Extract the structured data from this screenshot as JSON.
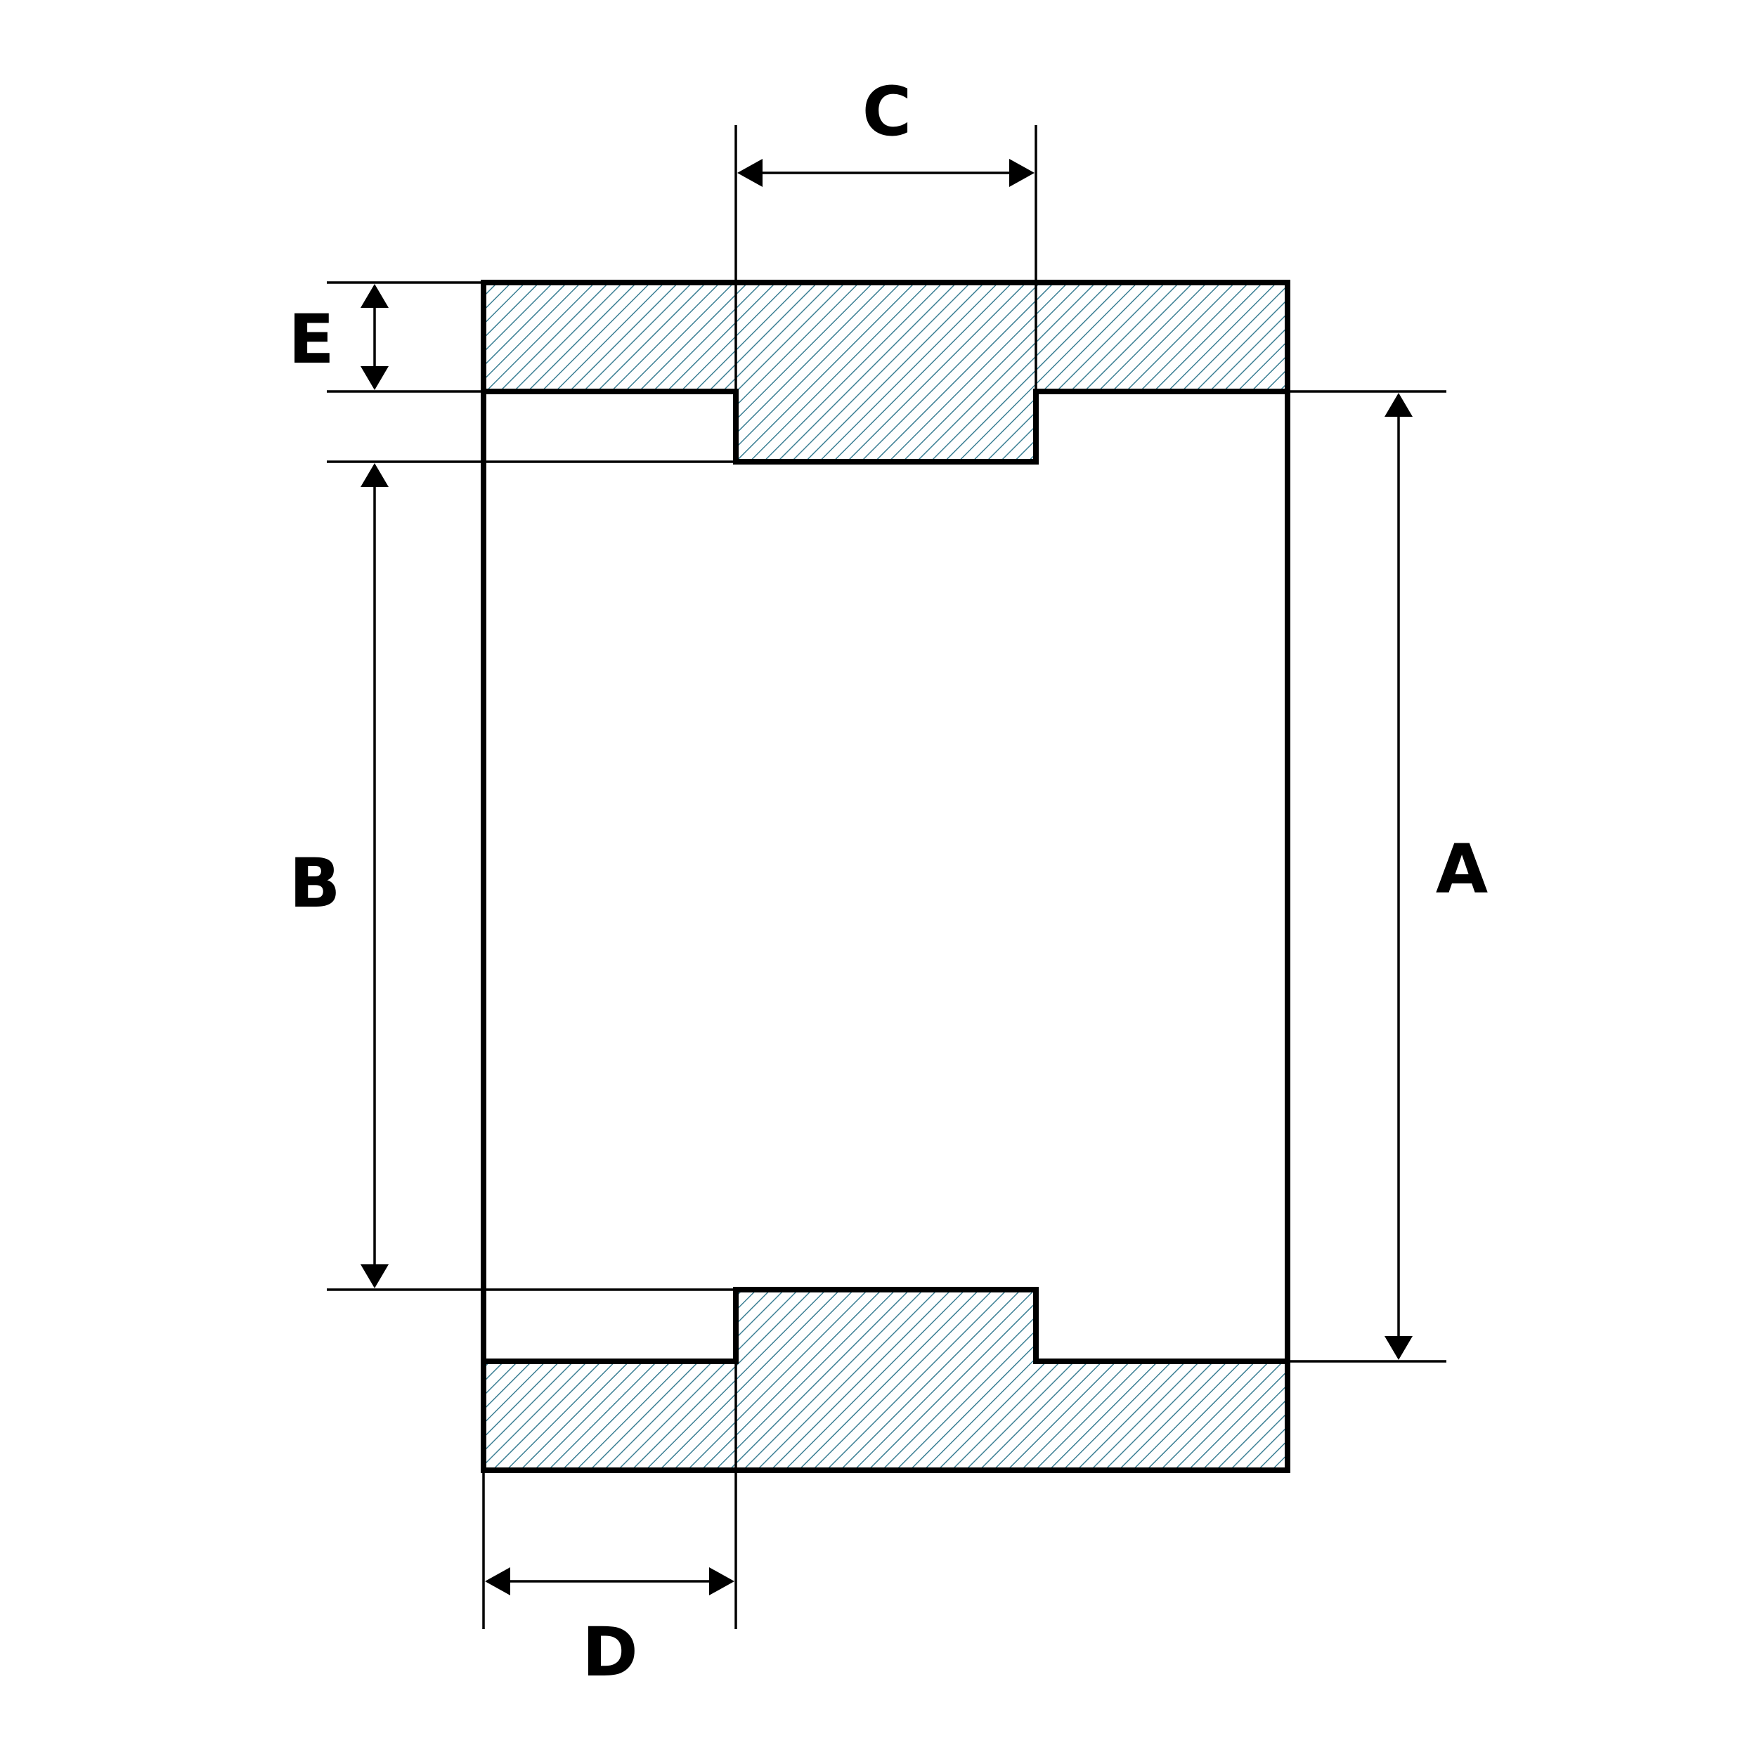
{
  "labels": {
    "a": "A",
    "b": "B",
    "c": "C",
    "d": "D",
    "e": "E"
  },
  "colors": {
    "hatch": "#3b7f94",
    "outline": "#000000",
    "background": "#ffffff"
  }
}
